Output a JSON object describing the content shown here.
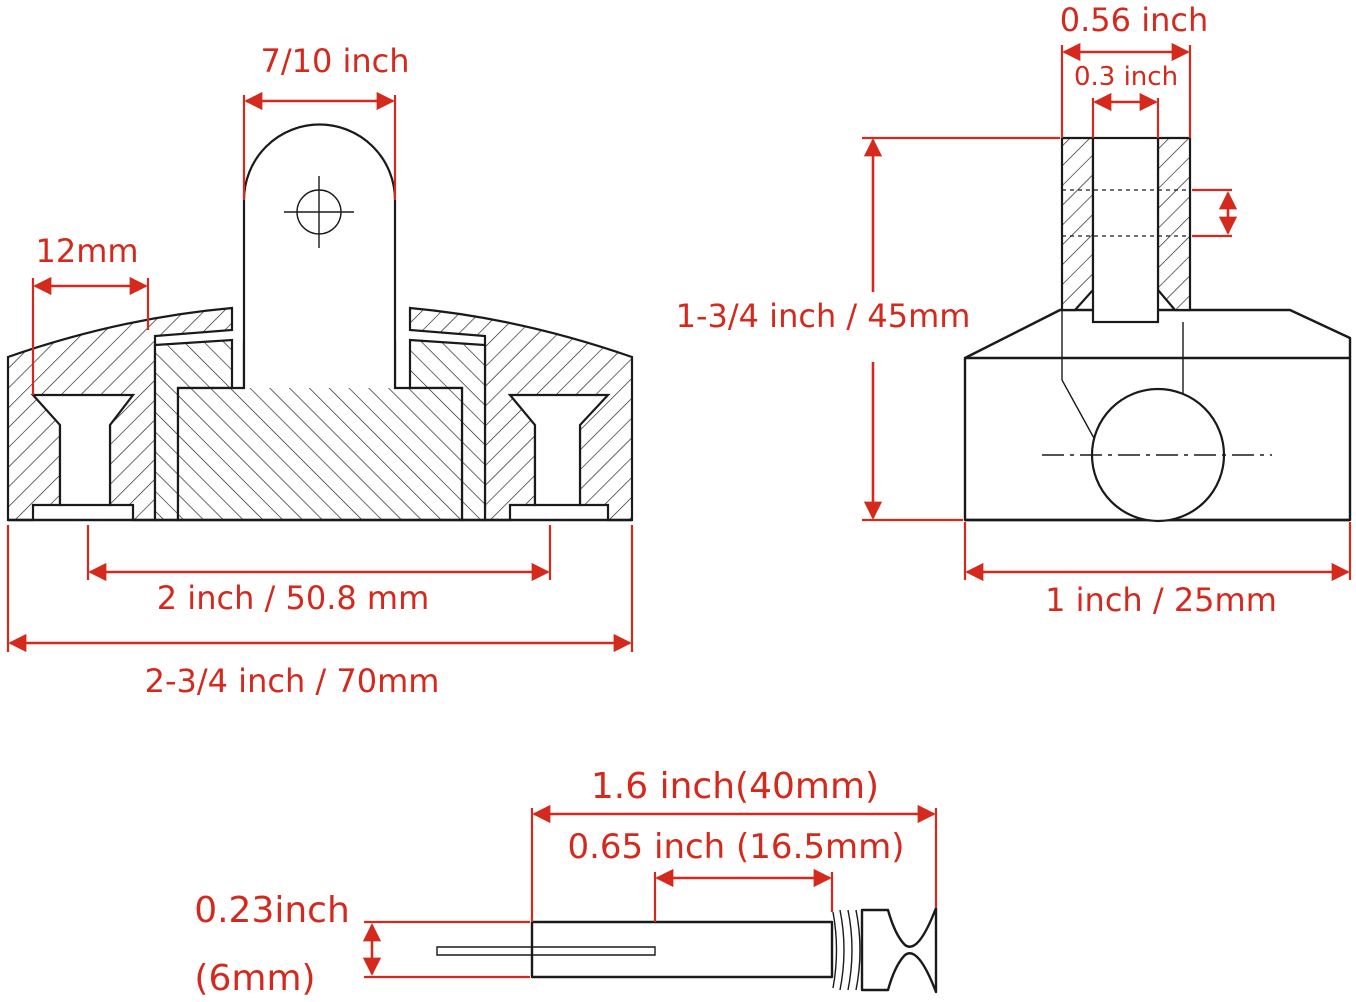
{
  "colors": {
    "dimension": "#d4291c",
    "outline": "#1a1a1a",
    "background": "#ffffff"
  },
  "front_view": {
    "tab_width": "7/10 inch",
    "hole_width": "12mm",
    "hole_spacing": "2 inch / 50.8 mm",
    "overall_width": "2-3/4 inch / 70mm"
  },
  "side_view": {
    "tab_outer_width": "0.56 inch",
    "slot_width": "0.3 inch",
    "overall_height": "1-3/4 inch / 45mm",
    "base_depth": "1 inch / 25mm"
  },
  "pin": {
    "overall_length": "1.6 inch(40mm)",
    "grip_length": "0.65 inch (16.5mm)",
    "diameter_inch": "0.23inch",
    "diameter_mm": "(6mm)"
  }
}
